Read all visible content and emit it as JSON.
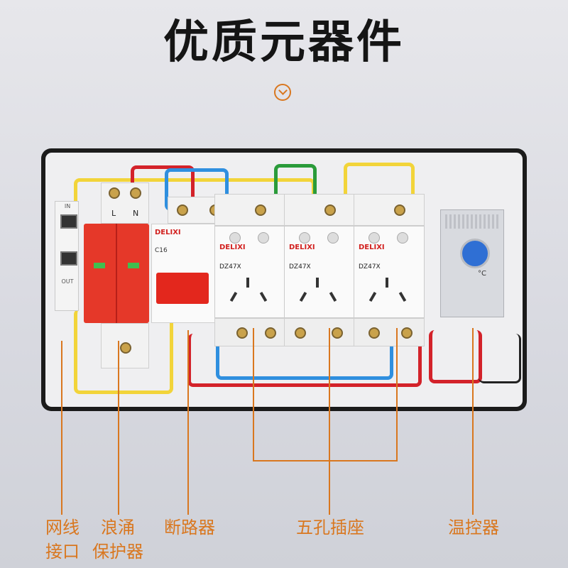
{
  "header": {
    "title": "优质元器件",
    "arrow_icon": "chevron-down-circle-icon"
  },
  "panel": {
    "spd_terminals": [
      "L",
      "N"
    ],
    "net_port_tags": [
      "IN",
      "OUT"
    ],
    "breaker": {
      "brand": "DELIXI",
      "model": "C16"
    },
    "sockets": [
      {
        "brand": "DELIXI",
        "model": "DZ47X"
      },
      {
        "brand": "DELIXI",
        "model": "DZ47X"
      },
      {
        "brand": "DELIXI",
        "model": "DZ47X"
      }
    ],
    "thermostat_unit": "°C"
  },
  "labels": {
    "network": [
      "网线",
      "接口"
    ],
    "surge": [
      "浪涌",
      "保护器"
    ],
    "breaker": "断路器",
    "socket": "五孔插座",
    "thermostat": "温控器"
  },
  "colors": {
    "accent": "#d9771f",
    "title": "#151515",
    "panel_frame": "#1b1b1b",
    "spd_red": "#e53829",
    "wire_red": "#d3222a",
    "wire_yellow": "#f2d43a",
    "wire_blue": "#2f8fdf",
    "wire_green": "#2a9b3a"
  }
}
